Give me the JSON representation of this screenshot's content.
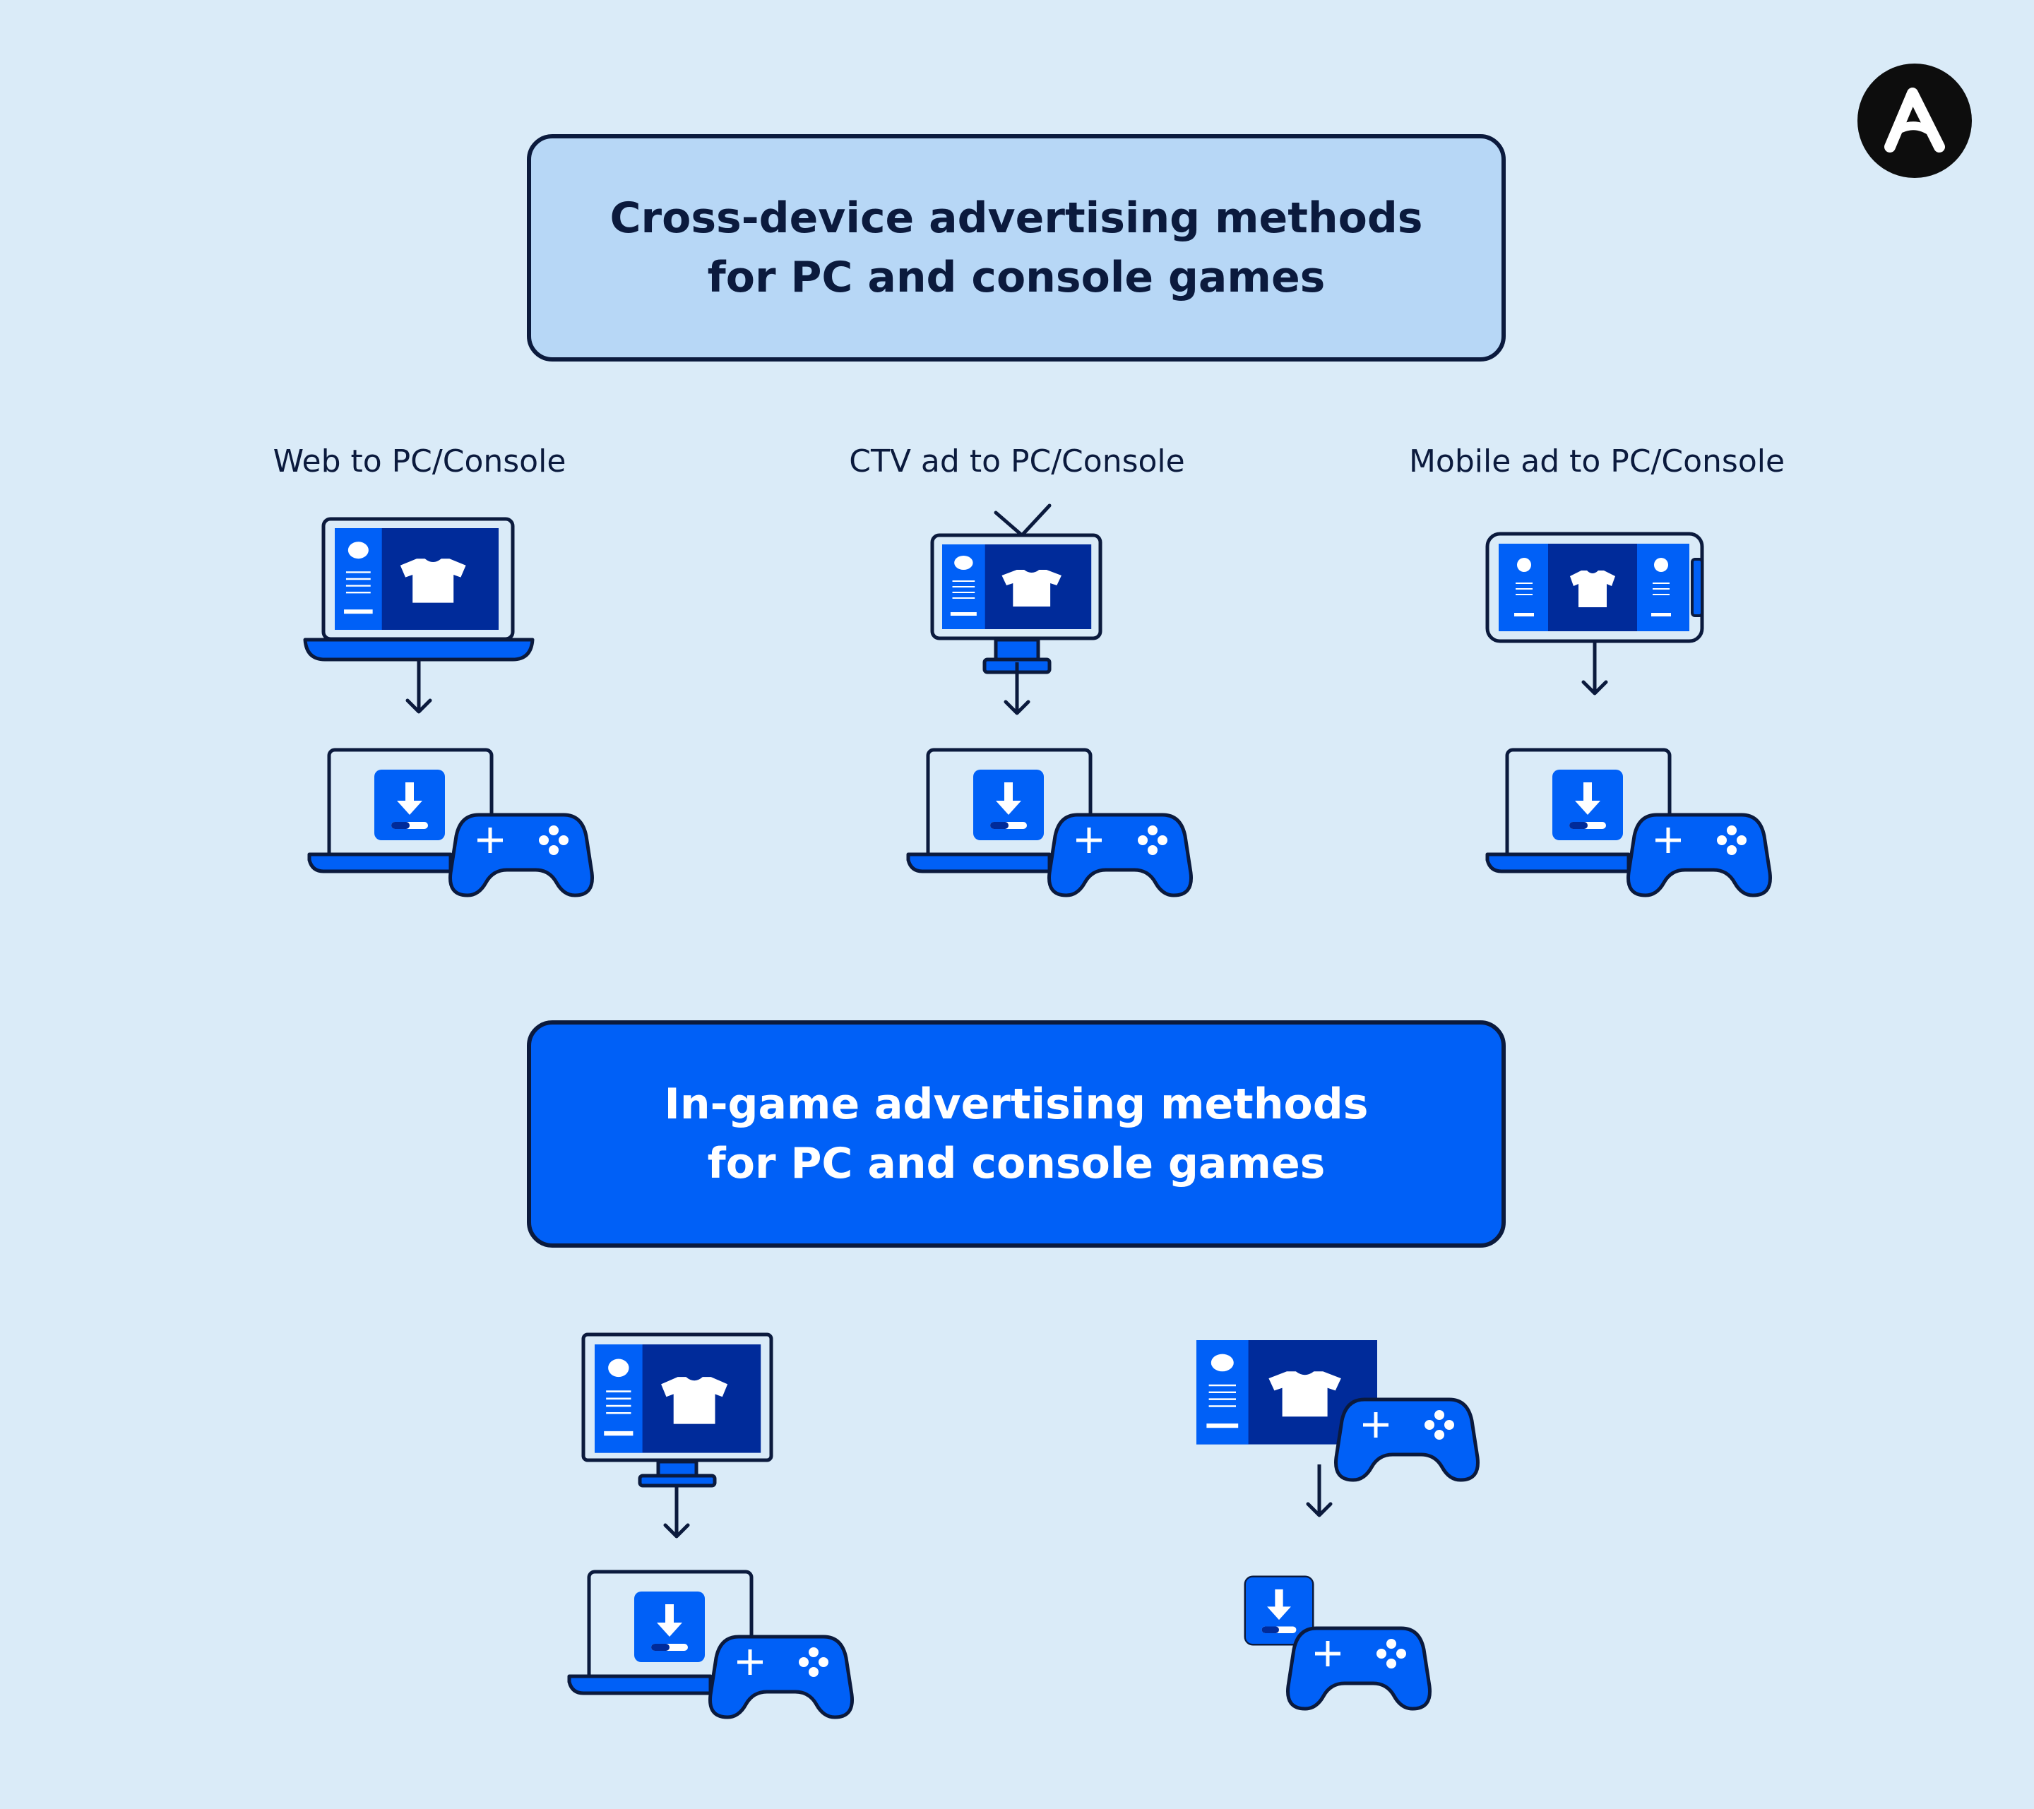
{
  "brand": {
    "logo_icon": "applovin-logo-icon",
    "accent": "#0060f7",
    "dark": "#0b1a3d",
    "light": "#b7d7f6",
    "background": "#daebf8"
  },
  "cross_device": {
    "title_line1": "Cross-device advertising methods",
    "title_line2": "for PC and console games",
    "methods": [
      {
        "label": "Web to PC/Console",
        "source_icon": "laptop-ad-icon",
        "target_icon": "laptop-download-gamepad-icon"
      },
      {
        "label": "CTV ad to PC/Console",
        "source_icon": "tv-ad-icon",
        "target_icon": "laptop-download-gamepad-icon"
      },
      {
        "label": "Mobile ad to PC/Console",
        "source_icon": "mobile-landscape-ad-icon",
        "target_icon": "laptop-download-gamepad-icon"
      }
    ]
  },
  "in_game": {
    "title_line1": "In-game advertising methods",
    "title_line2": "for PC and console games",
    "methods": [
      {
        "source_icon": "desktop-monitor-ad-icon",
        "target_icon": "laptop-download-gamepad-icon"
      },
      {
        "source_icon": "ad-screen-gamepad-icon",
        "target_icon": "download-gamepad-icon"
      }
    ]
  }
}
